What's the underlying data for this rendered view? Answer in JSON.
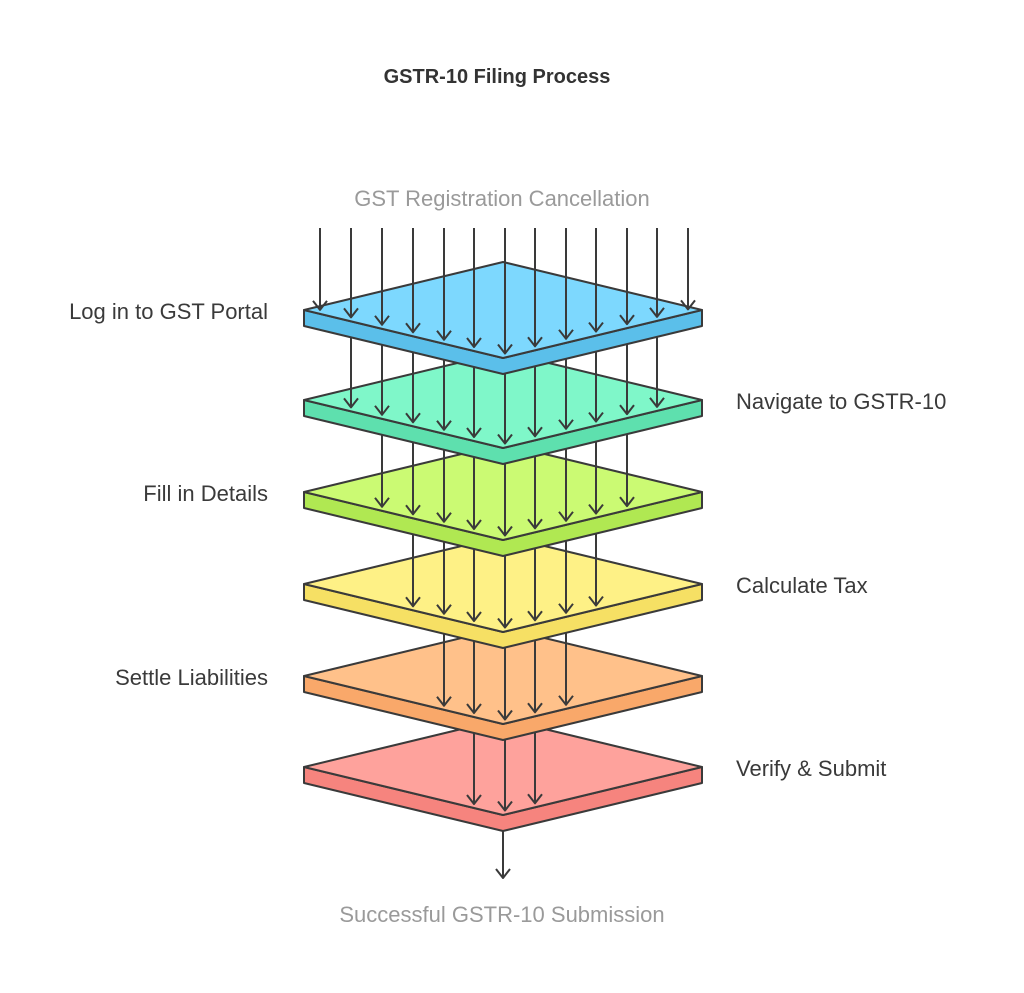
{
  "title": "GSTR-10 Filing Process",
  "input_label": "GST Registration Cancellation",
  "output_label": "Successful GSTR-10 Submission",
  "layers": [
    {
      "label": "Log in to GST Portal",
      "side": "left",
      "top_color": "#7DD8FE",
      "side_color": "#5BBFEA"
    },
    {
      "label": "Navigate to GSTR-10",
      "side": "right",
      "top_color": "#7FF7C9",
      "side_color": "#5EE0AE"
    },
    {
      "label": "Fill in Details",
      "side": "left",
      "top_color": "#CBFA73",
      "side_color": "#B0E852"
    },
    {
      "label": "Calculate Tax",
      "side": "right",
      "top_color": "#FEF186",
      "side_color": "#F6E064"
    },
    {
      "label": "Settle Liabilities",
      "side": "left",
      "top_color": "#FFC18A",
      "side_color": "#F9A86A"
    },
    {
      "label": "Verify & Submit",
      "side": "right",
      "top_color": "#FEA29C",
      "side_color": "#F6847E"
    }
  ],
  "colors": {
    "title": "#333333",
    "label": "#3a3a3a",
    "muted": "#9a9a9a",
    "stroke": "#3a3a3a"
  }
}
